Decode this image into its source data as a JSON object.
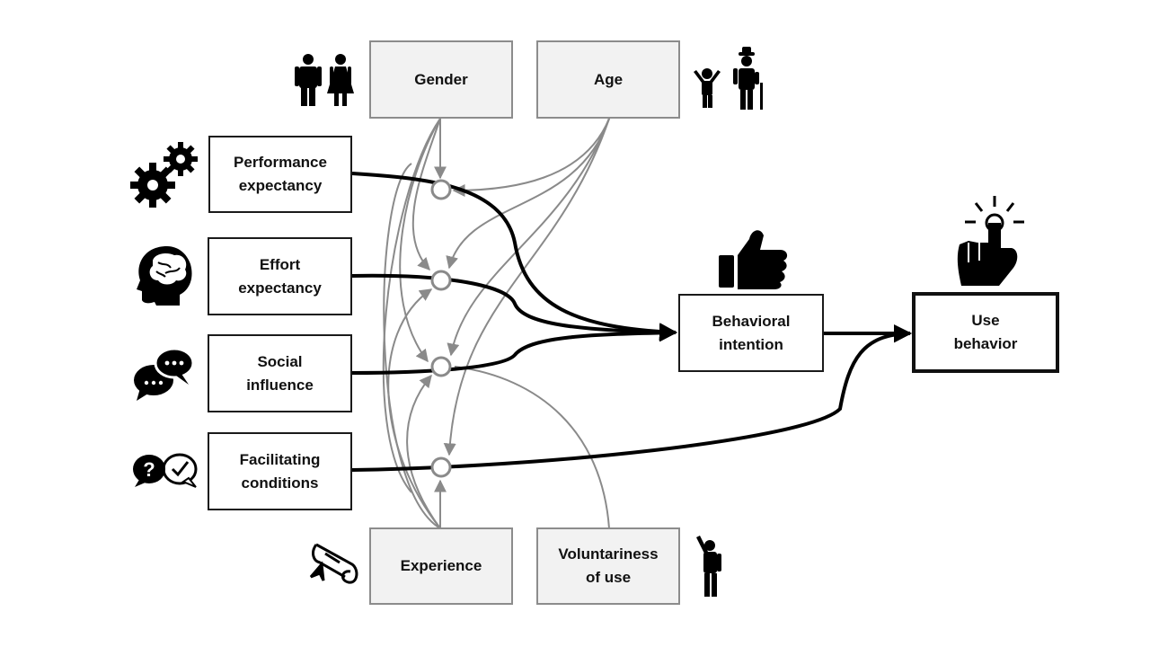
{
  "diagram": {
    "moderators": {
      "gender": "Gender",
      "age": "Age",
      "experience": "Experience",
      "voluntariness": "Voluntariness\nof use"
    },
    "constructs": {
      "performance": "Performance\nexpectancy",
      "effort": "Effort\nexpectancy",
      "social": "Social\ninfluence",
      "facilitating": "Facilitating\nconditions"
    },
    "outcomes": {
      "intention": "Behavioral\nintention",
      "use": "Use\nbehavior"
    },
    "icons": {
      "performance": "gears-icon",
      "effort": "brain-head-icon",
      "social": "speech-bubbles-icon",
      "facilitating": "question-check-icon",
      "gender": "man-woman-icon",
      "age": "child-elder-icon",
      "experience": "diploma-scroll-icon",
      "voluntariness": "raised-hand-person-icon",
      "intention": "thumbs-up-icon",
      "use": "tap-finger-icon"
    },
    "colors": {
      "main_path": "#000000",
      "moderator_path": "#8a8a8a",
      "moderator_fill": "#f2f2f2"
    }
  }
}
